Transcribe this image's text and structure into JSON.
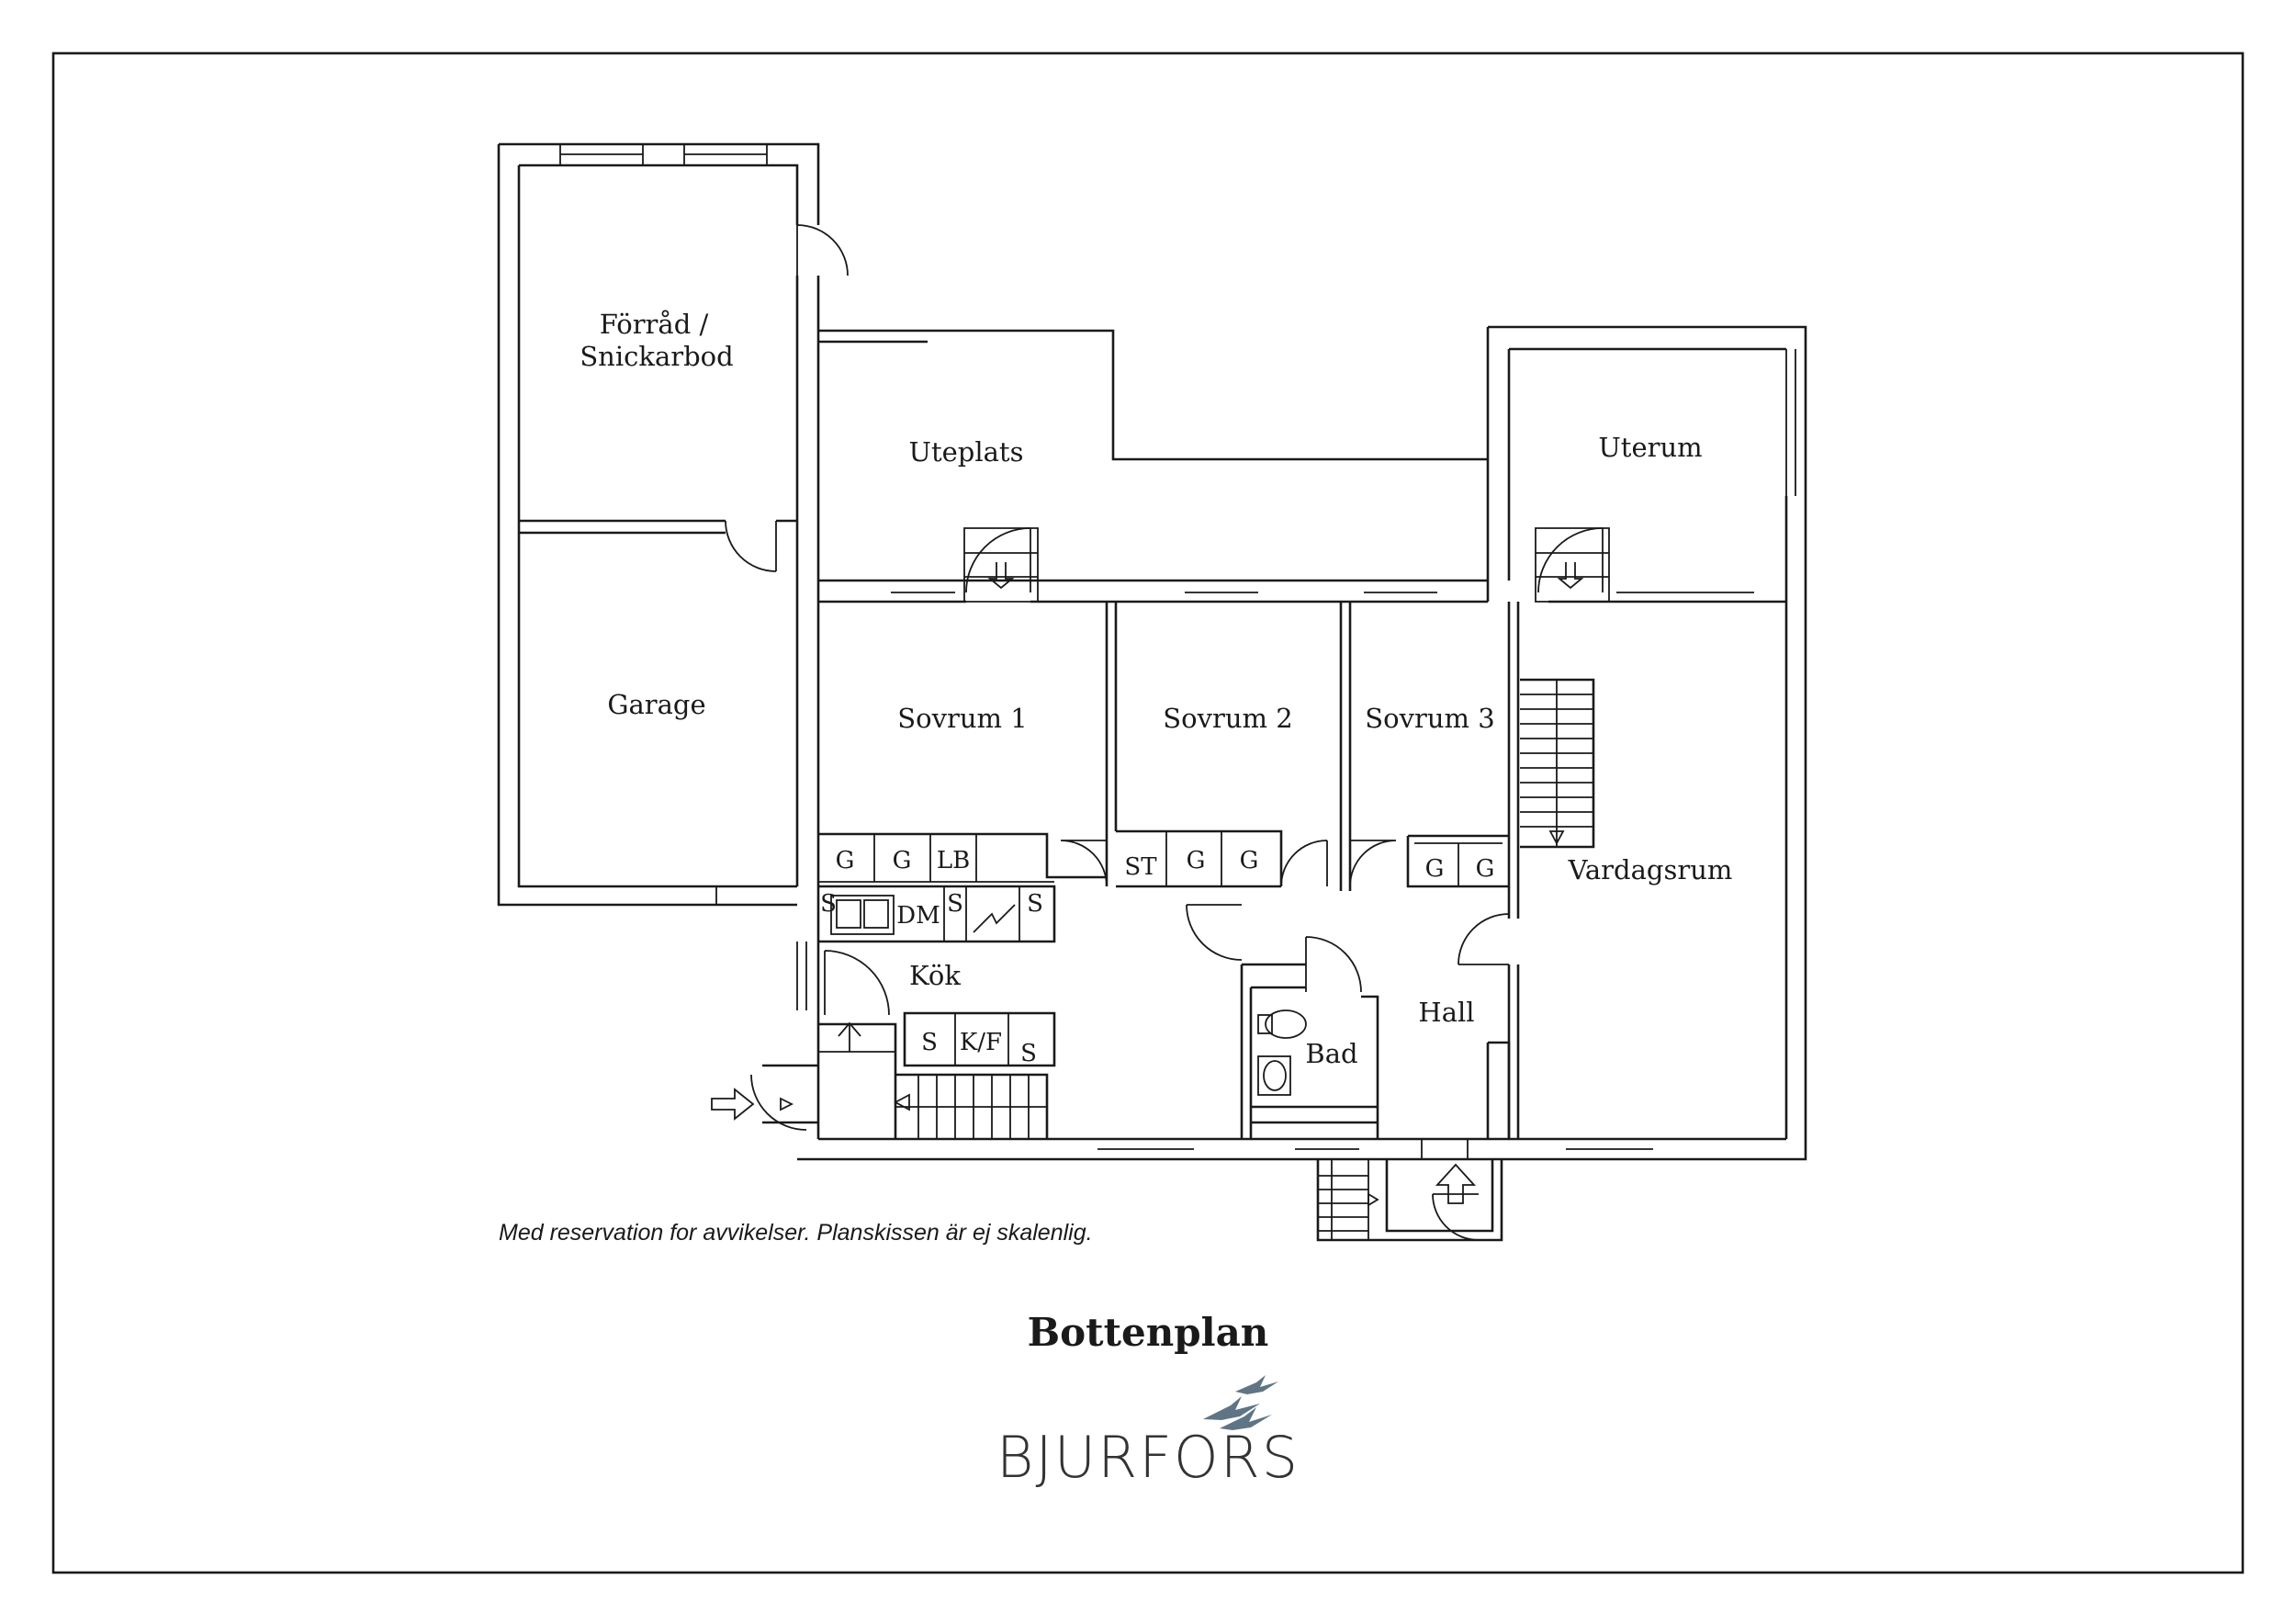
{
  "rooms": {
    "storage_1": "Förråd /",
    "storage_2": "Snickarbod",
    "garage": "Garage",
    "patio": "Uteplats",
    "sunroom": "Uterum",
    "bedroom_1": "Sovrum 1",
    "bedroom_2": "Sovrum 2",
    "bedroom_3": "Sovrum 3",
    "living": "Vardagsrum",
    "kitchen": "Kök",
    "hall": "Hall",
    "bath": "Bad"
  },
  "fixtures": {
    "g": "G",
    "lb": "LB",
    "st": "ST",
    "s": "S",
    "dm": "DM",
    "kf": "K/F"
  },
  "disclaimer": "Med reservation for avvikelser. Planskissen är ej skalenlig.",
  "plan_title": "Bottenplan",
  "brand": "BJURFORS",
  "colors": {
    "lines": "#1a1a1a",
    "logo_birds": "#5f7585"
  }
}
